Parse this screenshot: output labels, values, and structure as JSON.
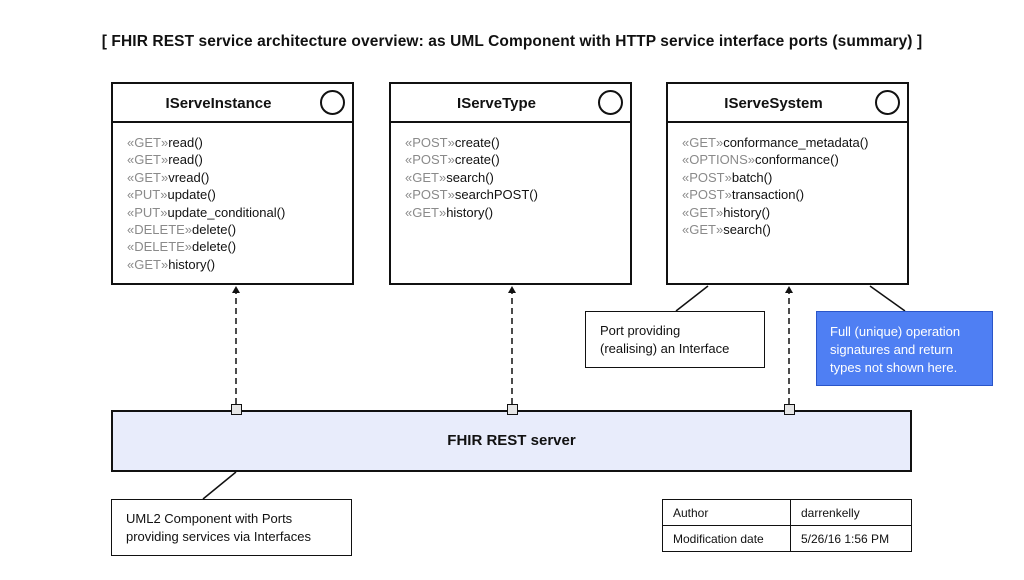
{
  "title": "[ FHIR REST service architecture overview: as UML Component with HTTP service interface ports (summary) ]",
  "interfaces": [
    {
      "name": "IServeInstance",
      "ops": [
        {
          "stereo": "«GET»",
          "op": "read()"
        },
        {
          "stereo": "«GET»",
          "op": "read()"
        },
        {
          "stereo": "«GET»",
          "op": "vread()"
        },
        {
          "stereo": "«PUT»",
          "op": "update()"
        },
        {
          "stereo": "«PUT»",
          "op": "update_conditional()"
        },
        {
          "stereo": "«DELETE»",
          "op": "delete()"
        },
        {
          "stereo": "«DELETE»",
          "op": "delete()"
        },
        {
          "stereo": "«GET»",
          "op": "history()"
        }
      ]
    },
    {
      "name": "IServeType",
      "ops": [
        {
          "stereo": "«POST»",
          "op": "create()"
        },
        {
          "stereo": "«POST»",
          "op": "create()"
        },
        {
          "stereo": "«GET»",
          "op": "search()"
        },
        {
          "stereo": "«POST»",
          "op": "searchPOST()"
        },
        {
          "stereo": "«GET»",
          "op": "history()"
        }
      ]
    },
    {
      "name": "IServeSystem",
      "ops": [
        {
          "stereo": "«GET»",
          "op": "conformance_metadata()"
        },
        {
          "stereo": "«OPTIONS»",
          "op": "conformance()"
        },
        {
          "stereo": "«POST»",
          "op": "batch()"
        },
        {
          "stereo": "«POST»",
          "op": "transaction()"
        },
        {
          "stereo": "«GET»",
          "op": "history()"
        },
        {
          "stereo": "«GET»",
          "op": "search()"
        }
      ]
    }
  ],
  "notes": {
    "port_note": [
      "Port providing",
      "(realising) an Interface"
    ],
    "signature_note": [
      "Full (unique) operation",
      "signatures and return",
      "types not shown here."
    ],
    "component_note": [
      "UML2 Component with Ports",
      "providing services via Interfaces"
    ]
  },
  "server": {
    "label": "FHIR REST server"
  },
  "meta": {
    "author_label": "Author",
    "author_value": "darrenkelly",
    "mod_label": "Modification date",
    "mod_value": "5/26/16 1:56 PM"
  },
  "colors": {
    "server_fill": "#e8ecfb",
    "signature_note_fill": "#4f7ff3",
    "stereotype_text": "#8a8a8a"
  }
}
